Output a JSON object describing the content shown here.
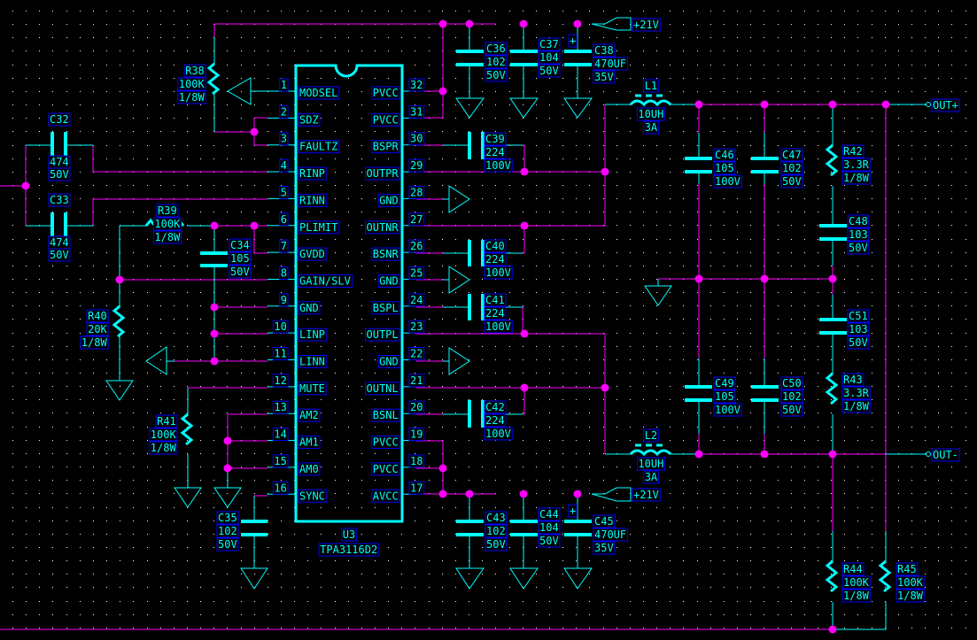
{
  "ic": {
    "ref": "U3",
    "part": "TPA3116D2",
    "left_pins": [
      {
        "num": "1",
        "name": "MODSEL"
      },
      {
        "num": "2",
        "name": "SDZ"
      },
      {
        "num": "3",
        "name": "FAULTZ"
      },
      {
        "num": "4",
        "name": "RINP"
      },
      {
        "num": "5",
        "name": "RINN"
      },
      {
        "num": "6",
        "name": "PLIMIT"
      },
      {
        "num": "7",
        "name": "GVDD"
      },
      {
        "num": "8",
        "name": "GAIN/SLV"
      },
      {
        "num": "9",
        "name": "GND"
      },
      {
        "num": "10",
        "name": "LINP"
      },
      {
        "num": "11",
        "name": "LINN"
      },
      {
        "num": "12",
        "name": "MUTE"
      },
      {
        "num": "13",
        "name": "AM2"
      },
      {
        "num": "14",
        "name": "AM1"
      },
      {
        "num": "15",
        "name": "AM0"
      },
      {
        "num": "16",
        "name": "SYNC"
      }
    ],
    "right_pins": [
      {
        "num": "32",
        "name": "PVCC"
      },
      {
        "num": "31",
        "name": "PVCC"
      },
      {
        "num": "30",
        "name": "BSPR"
      },
      {
        "num": "29",
        "name": "OUTPR"
      },
      {
        "num": "28",
        "name": "GND"
      },
      {
        "num": "27",
        "name": "OUTNR"
      },
      {
        "num": "26",
        "name": "BSNR"
      },
      {
        "num": "25",
        "name": "GND"
      },
      {
        "num": "24",
        "name": "BSPL"
      },
      {
        "num": "23",
        "name": "OUTPL"
      },
      {
        "num": "22",
        "name": "GND"
      },
      {
        "num": "21",
        "name": "OUTNL"
      },
      {
        "num": "20",
        "name": "BSNL"
      },
      {
        "num": "19",
        "name": "PVCC"
      },
      {
        "num": "18",
        "name": "PVCC"
      },
      {
        "num": "17",
        "name": "AVCC"
      }
    ]
  },
  "components": {
    "R38": [
      "R38",
      "100K",
      "1/8W"
    ],
    "R39": [
      "R39",
      "100K",
      "1/8W"
    ],
    "R40": [
      "R40",
      "20K",
      "1/8W"
    ],
    "R41": [
      "R41",
      "100K",
      "1/8W"
    ],
    "R42": [
      "R42",
      "3.3R",
      "1/8W"
    ],
    "R43": [
      "R43",
      "3.3R",
      "1/8W"
    ],
    "R44": [
      "R44",
      "100K",
      "1/8W"
    ],
    "R45": [
      "R45",
      "100K",
      "1/8W"
    ],
    "C32": [
      "C32",
      "474",
      "50V"
    ],
    "C33": [
      "C33",
      "474",
      "50V"
    ],
    "C34": [
      "C34",
      "105",
      "50V"
    ],
    "C35": [
      "C35",
      "102",
      "50V"
    ],
    "C36": [
      "C36",
      "102",
      "50V"
    ],
    "C37": [
      "C37",
      "104",
      "50V"
    ],
    "C38": [
      "C38",
      "470UF",
      "35V"
    ],
    "C39": [
      "C39",
      "224",
      "100V"
    ],
    "C40": [
      "C40",
      "224",
      "100V"
    ],
    "C41": [
      "C41",
      "224",
      "100V"
    ],
    "C42": [
      "C42",
      "224",
      "100V"
    ],
    "C43": [
      "C43",
      "102",
      "50V"
    ],
    "C44": [
      "C44",
      "104",
      "50V"
    ],
    "C45": [
      "C45",
      "470UF",
      "35V"
    ],
    "C46": [
      "C46",
      "105",
      "100V"
    ],
    "C47": [
      "C47",
      "102",
      "50V"
    ],
    "C48": [
      "C48",
      "103",
      "50V"
    ],
    "C49": [
      "C49",
      "105",
      "100V"
    ],
    "C50": [
      "C50",
      "102",
      "50V"
    ],
    "C51": [
      "C51",
      "103",
      "50V"
    ],
    "L1": [
      "L1",
      "10UH",
      "3A"
    ],
    "L2": [
      "L2",
      "10UH",
      "3A"
    ]
  },
  "ports": {
    "vcc_top": "+21V",
    "vcc_bottom": "+21V",
    "out_pos": "OUT+",
    "out_neg": "OUT-",
    "polarity_mark": "+"
  },
  "colors": {
    "background": "#000000",
    "wire": "#ff00ff",
    "component": "#00ffff",
    "label_border": "#0000ff",
    "grid_dot": "#ffffff"
  }
}
